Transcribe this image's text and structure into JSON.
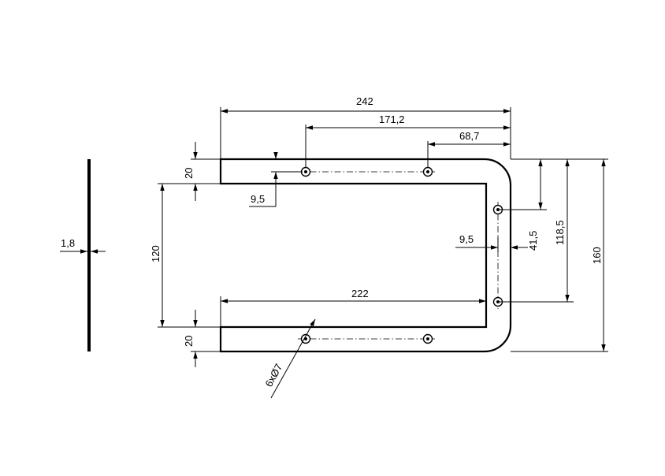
{
  "drawing": {
    "dimensions": {
      "total_length": "242",
      "hole_span": "171,2",
      "hole_offset": "68,7",
      "flange_top": "20",
      "flange_bottom": "20",
      "hole_edge_top": "9,5",
      "hole_edge_right": "9,5",
      "inner_gap": "120",
      "inner_length": "222",
      "thickness": "1,8",
      "end_hole_1": "41,5",
      "end_hole_2": "118,5",
      "total_height": "160",
      "hole_callout": "6xØ7"
    }
  }
}
